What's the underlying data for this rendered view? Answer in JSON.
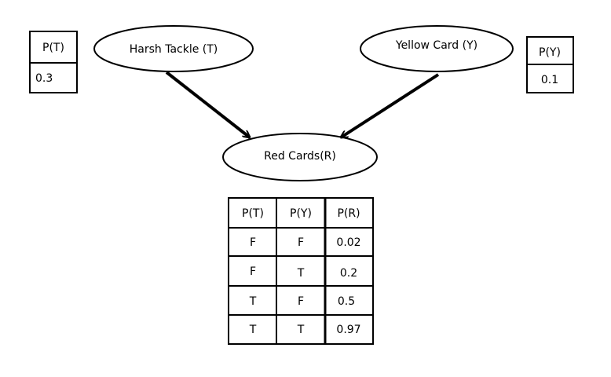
{
  "nodes": {
    "harsh_tackle": "Harsh Tackle (T)",
    "yellow_card": "Yellow Card (Y)",
    "red_cards": "Red Cards(R)"
  },
  "prior_t": {
    "header": "P(T)",
    "value": "0.3"
  },
  "prior_y": {
    "header": "P(Y)",
    "value": "0.1"
  },
  "cpt": {
    "headers": [
      "P(T)",
      "P(Y)",
      "P(R)"
    ],
    "rows": [
      [
        "F",
        "F",
        "0.02"
      ],
      [
        "F",
        "T",
        "0.2"
      ],
      [
        "T",
        "F",
        "0.5"
      ],
      [
        "T",
        "T",
        "0.97"
      ]
    ]
  }
}
